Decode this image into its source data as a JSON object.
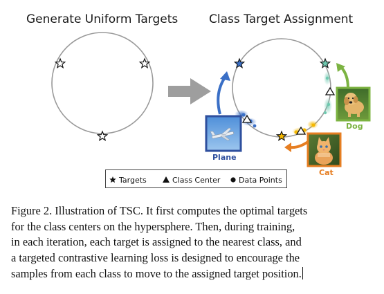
{
  "figure": {
    "left_title": "Generate Uniform Targets",
    "right_title": "Class Target Assignment",
    "photos": {
      "plane": "Plane",
      "dog": "Dog",
      "cat": "Cat"
    },
    "legend": {
      "targets": "Targets",
      "class_center": "Class Center",
      "data_points": "Data Points"
    },
    "colors": {
      "plane": "#3a6fc6",
      "dog": "#7cb342",
      "cat": "#e67e22",
      "cat_points": "#f5b800",
      "frame_plane": "#2e4f9e",
      "frame_dog": "#7cb342",
      "frame_cat": "#e67e22",
      "arrow_gray": "#9e9e9e",
      "circle_gray": "#999999"
    }
  },
  "caption": {
    "lines": [
      "Figure 2. Illustration of TSC. It first computes the optimal targets",
      "for the class centers on the hypersphere.  Then, during training,",
      "in each iteration, each target is assigned to the nearest class, and",
      "a targeted contrastive learning loss is designed to encourage the",
      "samples from each class to move to the assigned target position."
    ]
  }
}
